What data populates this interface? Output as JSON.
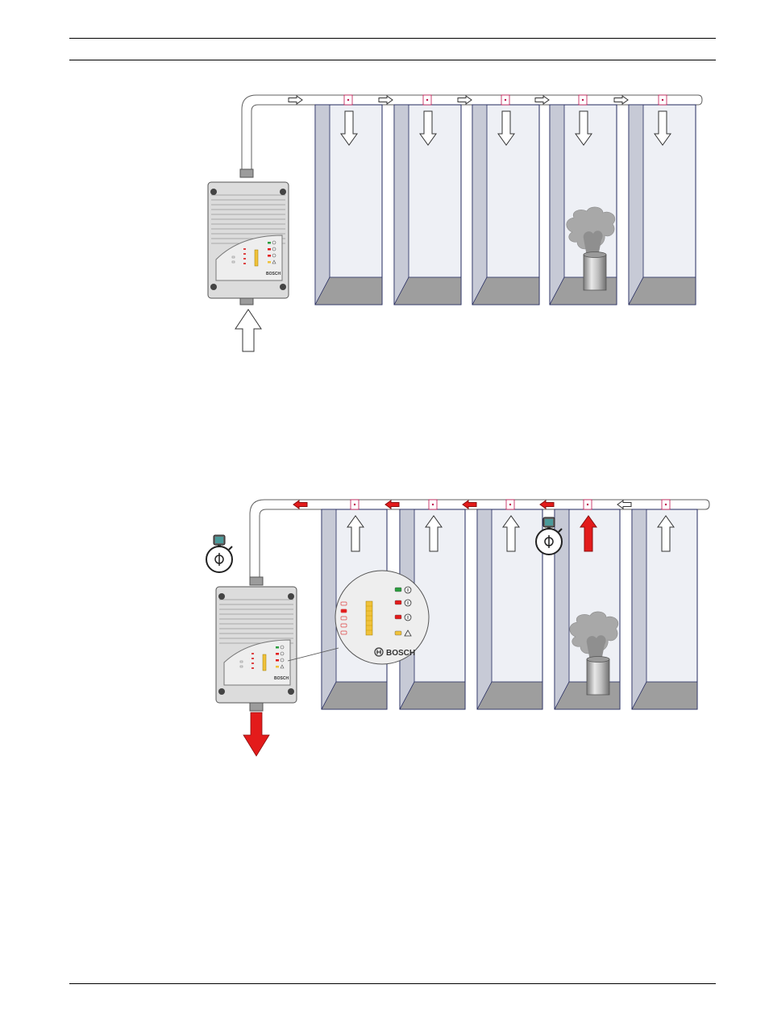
{
  "figure_top": {
    "detector_brand": "BOSCH",
    "flow_direction": "supply",
    "cabinet_count": 5,
    "smoke_source_cabinet": 4,
    "pipe_arrow_color": "#ffffff",
    "cabinet_arrow_color": "#ffffff"
  },
  "figure_bottom": {
    "detector_brand": "BOSCH",
    "flow_direction": "extraction",
    "cabinet_count": 5,
    "smoke_source_cabinet": 4,
    "alarm_color": "#e31b1b",
    "magnified_panel_brand": "BOSCH",
    "indicator_icons": [
      "power-icon",
      "fire-alarm-icon",
      "smoke-alarm-icon",
      "warning-triangle-icon"
    ],
    "indicator_colors": [
      "#2a9d3e",
      "#e31b1b",
      "#e31b1b",
      "#f0c23a"
    ],
    "stopwatch_icon": "stopwatch-icon"
  },
  "colors": {
    "cabinet_face": "#eef0f5",
    "cabinet_outline": "#22285e",
    "cabinet_floor": "#9e9e9e",
    "pipe_fill": "#ffffff",
    "pipe_outline": "#606060",
    "sampling_hole": "#c0124e",
    "smoke": "#a0a0a0"
  }
}
